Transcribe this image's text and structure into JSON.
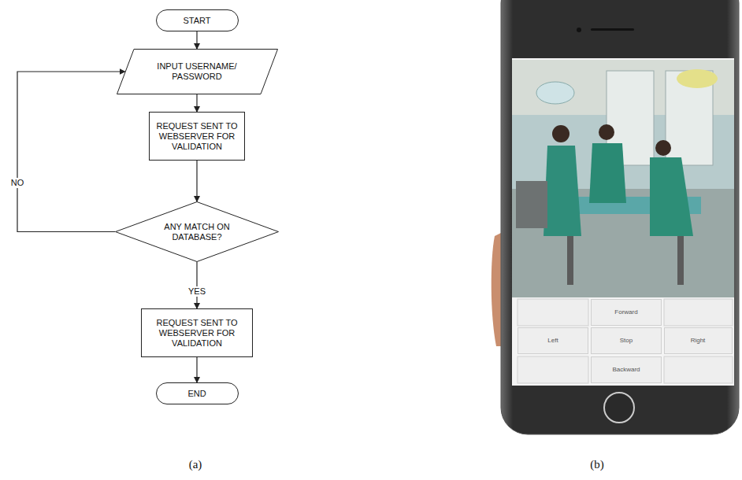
{
  "diagram": {
    "nodes": [
      {
        "text": [
          "START"
        ]
      },
      {
        "text": [
          "INPUT USERNAME/ PASSWORD"
        ]
      },
      {
        "text": [
          "REQUEST SENT TO WEBSERVER FOR VALIDATION"
        ]
      },
      {
        "text": [
          "ANY MATCH ON DATABASE?"
        ]
      },
      {
        "text": [
          "REQUEST SENT TO WEBSERVER FOR VALIDATION"
        ]
      },
      {
        "text": [
          "END"
        ]
      },
      {
        "text": [
          "Forward"
        ]
      },
      {
        "text": [
          "Left"
        ]
      },
      {
        "text": [
          "Stop"
        ]
      },
      {
        "text": [
          "Right"
        ]
      },
      {
        "text": [
          "Backward"
        ]
      }
    ],
    "edges": [
      {
        "from": 0,
        "to": 1,
        "arrow": "to"
      },
      {
        "from": 1,
        "to": 2,
        "arrow": "to"
      },
      {
        "from": 2,
        "to": 3,
        "arrow": "to"
      },
      {
        "from": 3,
        "to": 1,
        "label": "NO",
        "arrow": "to"
      },
      {
        "from": 3,
        "to": 4,
        "label": "YES",
        "arrow": "to"
      },
      {
        "from": 4,
        "to": 5,
        "arrow": "to"
      }
    ],
    "labels": [
      "(a)",
      "(b)"
    ]
  }
}
